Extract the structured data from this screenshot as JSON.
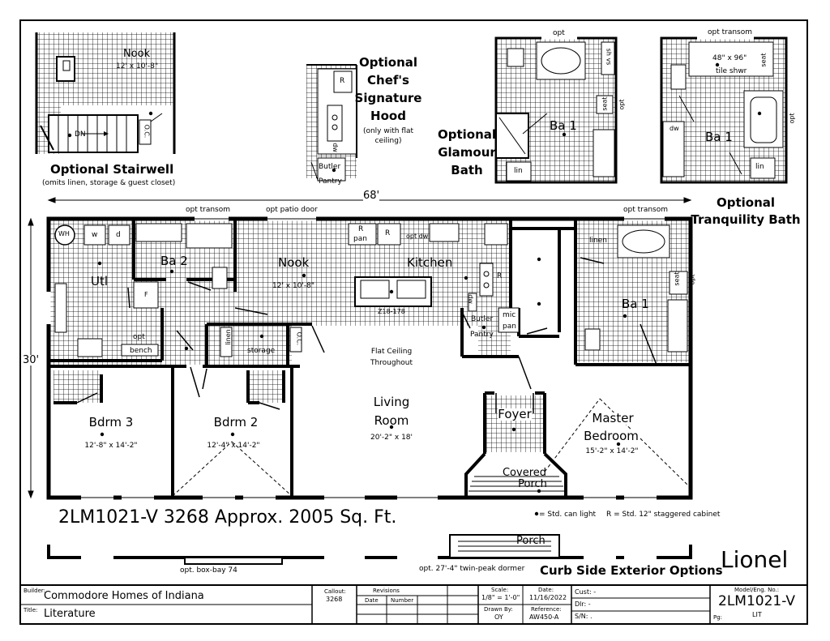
{
  "stairwell": {
    "nook_label": "Nook",
    "nook_size": "12' x 10'-8\"",
    "dn_label": "DN",
    "oc_label": "O.C.",
    "title": "Optional Stairwell",
    "note": "(omits linen, storage & guest closet)"
  },
  "chef_hood": {
    "r_label": "R",
    "title_lines": [
      "Optional",
      "Chef's",
      "Signature",
      "Hood"
    ],
    "note_lines": [
      "(only with flat",
      "ceiling)"
    ],
    "butler_label": "Butler",
    "pantry_label": "Pantry",
    "dw_label": "dw"
  },
  "glamour_bath": {
    "opt_top": "opt",
    "title_lines": [
      "Optional",
      "Glamour",
      "Bath"
    ],
    "room_label": "Ba 1",
    "lin_label": "lin",
    "shvs_label": "sh vs",
    "seat_label": "seat",
    "opt_side": "opt"
  },
  "tranquility_bath": {
    "opt_top": "opt transom",
    "shower_size": "48\" x 96\"",
    "shower_label": "tile shwr",
    "seat_label": "seat",
    "room_label": "Ba 1",
    "lin_label": "lin",
    "dw_label": "dw",
    "opt_side": "opt",
    "title_lines": [
      "Optional",
      "Tranquility Bath"
    ]
  },
  "dimensions": {
    "width": "68'",
    "depth": "30'"
  },
  "main_plan": {
    "opt_transom_left": "opt transom",
    "opt_patio_door": "opt patio door",
    "opt_transom_right": "opt transom",
    "rooms": {
      "utl": "Utl",
      "ba2": "Ba 2",
      "nook": "Nook",
      "nook_size": "12' x 10'-8\"",
      "kitchen": "Kitchen",
      "island": "Z18-178",
      "ba1": "Ba 1",
      "linen": "linen",
      "seat": "seat",
      "opt_side": "opt",
      "butler": "Butler",
      "pantry": "Pantry",
      "mic": "mic",
      "pan": "pan",
      "dw": "dw",
      "opt_dw": "opt dw",
      "r_pan": "R",
      "pan_small": "pan",
      "r_mid": "R",
      "r_kitchen": "R",
      "wh": "WH",
      "w": "w",
      "d": "d",
      "f": "F",
      "opt_bench_opt": "opt",
      "bench": "bench",
      "linen_closet": "linen",
      "storage": "storage",
      "oc": "O.C.",
      "flat_ceiling_1": "Flat Ceiling",
      "flat_ceiling_2": "Throughout",
      "living_1": "Living",
      "living_2": "Room",
      "living_size": "20'-2\" x 18'",
      "foyer": "Foyer",
      "covered_1": "Covered",
      "covered_2": "Porch",
      "bdrm3": "Bdrm 3",
      "bdrm3_size": "12'-8\" x 14'-2\"",
      "bdrm2": "Bdrm 2",
      "bdrm2_size": "12'-4\" x 14'-2\"",
      "master_1": "Master",
      "master_2": "Bedroom",
      "master_size": "15'-2\" x 14'-2\""
    }
  },
  "headline": "2LM1021-V 3268 Approx. 2005 Sq. Ft.",
  "legend": {
    "can_light": "= Std. can light",
    "cabinet": "R = Std. 12\" staggered cabinet"
  },
  "exterior": {
    "porch": "Porch",
    "box_bay": "opt.  box-bay 74",
    "dormer": "opt. 27'-4\" twin-peak dormer",
    "title": "Curb Side Exterior Options"
  },
  "model_name": "Lionel",
  "title_block": {
    "builder_label": "Builder:",
    "builder": "Commodore Homes of Indiana",
    "title_label": "Title:",
    "title": "Literature",
    "callout_label": "Callout:",
    "callout": "3268",
    "revisions_label": "Revisions",
    "date_label": "Date",
    "number_label": "Number",
    "scale_label": "Scale:",
    "scale": "1/8\" = 1'-0\"",
    "date_field_label": "Date:",
    "date": "11/16/2022",
    "drawn_label": "Drawn By:",
    "drawn": "OY",
    "reference_label": "Reference:",
    "reference": "AW450-A",
    "cust_label": "Cust: -",
    "dlr_label": "Dlr: -",
    "sn_label": "S/N: .",
    "model_label": "Model/Eng. No.:",
    "model": "2LM1021-V",
    "pg_label": "Pg:",
    "pg": "LIT"
  }
}
